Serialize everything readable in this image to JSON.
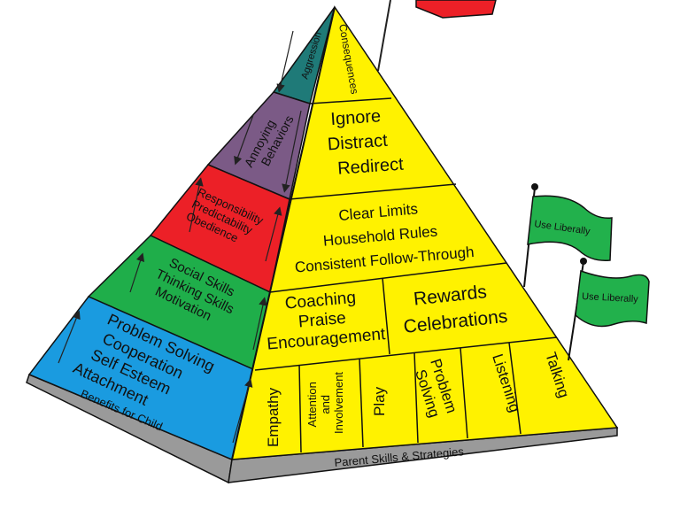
{
  "colors": {
    "yellow": "#fff200",
    "teal": "#1f7a78",
    "purple": "#7b5a86",
    "red": "#ec2027",
    "green": "#1fae4a",
    "blue": "#1a9be0",
    "gray": "#9a9a9a",
    "flag_green": "#22b14c"
  },
  "left_face": {
    "aggression": "Aggression",
    "annoying": [
      "Annoying",
      "Behaviors"
    ],
    "responsibility": [
      "Responsibility",
      "Predictability",
      "Obedience"
    ],
    "social": [
      "Social Skills",
      "Thinking Skills",
      "Motivation"
    ],
    "problem": [
      "Problem Solving",
      "Cooperation",
      "Self Esteem",
      "Attachment"
    ],
    "base_label": "Benefits for Child"
  },
  "right_face": {
    "consequences": "Consequences",
    "ignore": [
      "Ignore",
      "Distract",
      "Redirect"
    ],
    "limits": [
      "Clear Limits",
      "Household Rules",
      "Consistent Follow-Through"
    ],
    "coaching": [
      "Coaching",
      "Praise",
      "Encouragement"
    ],
    "rewards": [
      "Rewards",
      "Celebrations"
    ],
    "bottom_cells": [
      "Empathy",
      [
        "Attention",
        "and",
        "Involvement"
      ],
      "Play",
      [
        "Problem",
        "Solving"
      ],
      "Listening",
      "Talking"
    ],
    "base_label": "Parent Skills & Strategies"
  },
  "flags": {
    "upper": "Use Liberally",
    "lower": "Use Liberally"
  }
}
